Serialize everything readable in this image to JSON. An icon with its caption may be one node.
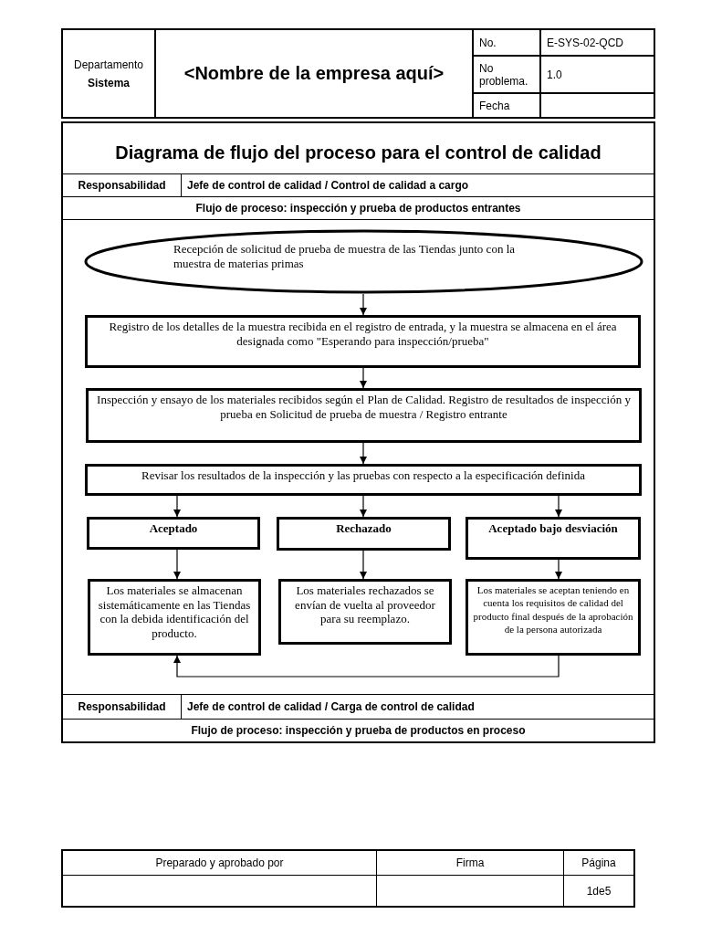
{
  "diagram": {
    "title": "Diagrama de flujo del proceso para el control de calidad",
    "nodes": [
      {
        "text": [
          "Recepción de solicitud de prueba de muestra de las Tiendas junto con la muestra de materias primas"
        ]
      },
      {
        "text": [
          "Registro de los detalles de la muestra recibida en el registro de entrada, y la muestra se almacena en el área designada como \"Esperando para inspección/prueba\""
        ]
      },
      {
        "text": [
          "Inspección y ensayo de los materiales recibidos según el Plan de Calidad. Registro de resultados de inspección y prueba en Solicitud de prueba de muestra / Registro entrante"
        ]
      },
      {
        "text": [
          "Revisar los resultados de la inspección y las pruebas con respecto a la especificación definida"
        ]
      },
      {
        "text": [
          "Aceptado"
        ]
      },
      {
        "text": [
          "Rechazado"
        ]
      },
      {
        "text": [
          "Aceptado bajo desviación"
        ]
      },
      {
        "text": [
          "Los materiales se almacenan sistemáticamente en las Tiendas con la debida identificación del producto."
        ]
      },
      {
        "text": [
          "Los materiales rechazados se envían de vuelta al proveedor para su reemplazo."
        ]
      },
      {
        "text": [
          "Los materiales se aceptan teniendo en cuenta los requisitos de calidad del producto final después de la aprobación de la persona autorizada"
        ]
      }
    ],
    "edges": [
      {
        "from": 0,
        "to": 1,
        "arrow": "to"
      },
      {
        "from": 1,
        "to": 2,
        "arrow": "to"
      },
      {
        "from": 2,
        "to": 3,
        "arrow": "to"
      },
      {
        "from": 3,
        "to": 4,
        "arrow": "to"
      },
      {
        "from": 3,
        "to": 5,
        "arrow": "to"
      },
      {
        "from": 3,
        "to": 6,
        "arrow": "to"
      },
      {
        "from": 4,
        "to": 7,
        "arrow": "to"
      },
      {
        "from": 5,
        "to": 8,
        "arrow": "to"
      },
      {
        "from": 6,
        "to": 9,
        "arrow": "to"
      },
      {
        "from": 9,
        "to": 7,
        "arrow": "to"
      }
    ],
    "labels": [
      "Departamento",
      "Sistema",
      "<Nombre de la empresa aquí>",
      "No.",
      "E-SYS-02-QCD",
      "No problema.",
      "1.0",
      "Fecha",
      "Responsabilidad",
      "Jefe de control de calidad / Control de calidad a cargo",
      "Flujo de proceso: inspección y prueba de productos entrantes",
      "Responsabilidad",
      "Jefe de control de calidad / Carga de control de calidad",
      "Flujo de proceso: inspección y prueba de productos en proceso",
      "Preparado y aprobado por",
      "Firma",
      "Página",
      "1de5"
    ]
  }
}
